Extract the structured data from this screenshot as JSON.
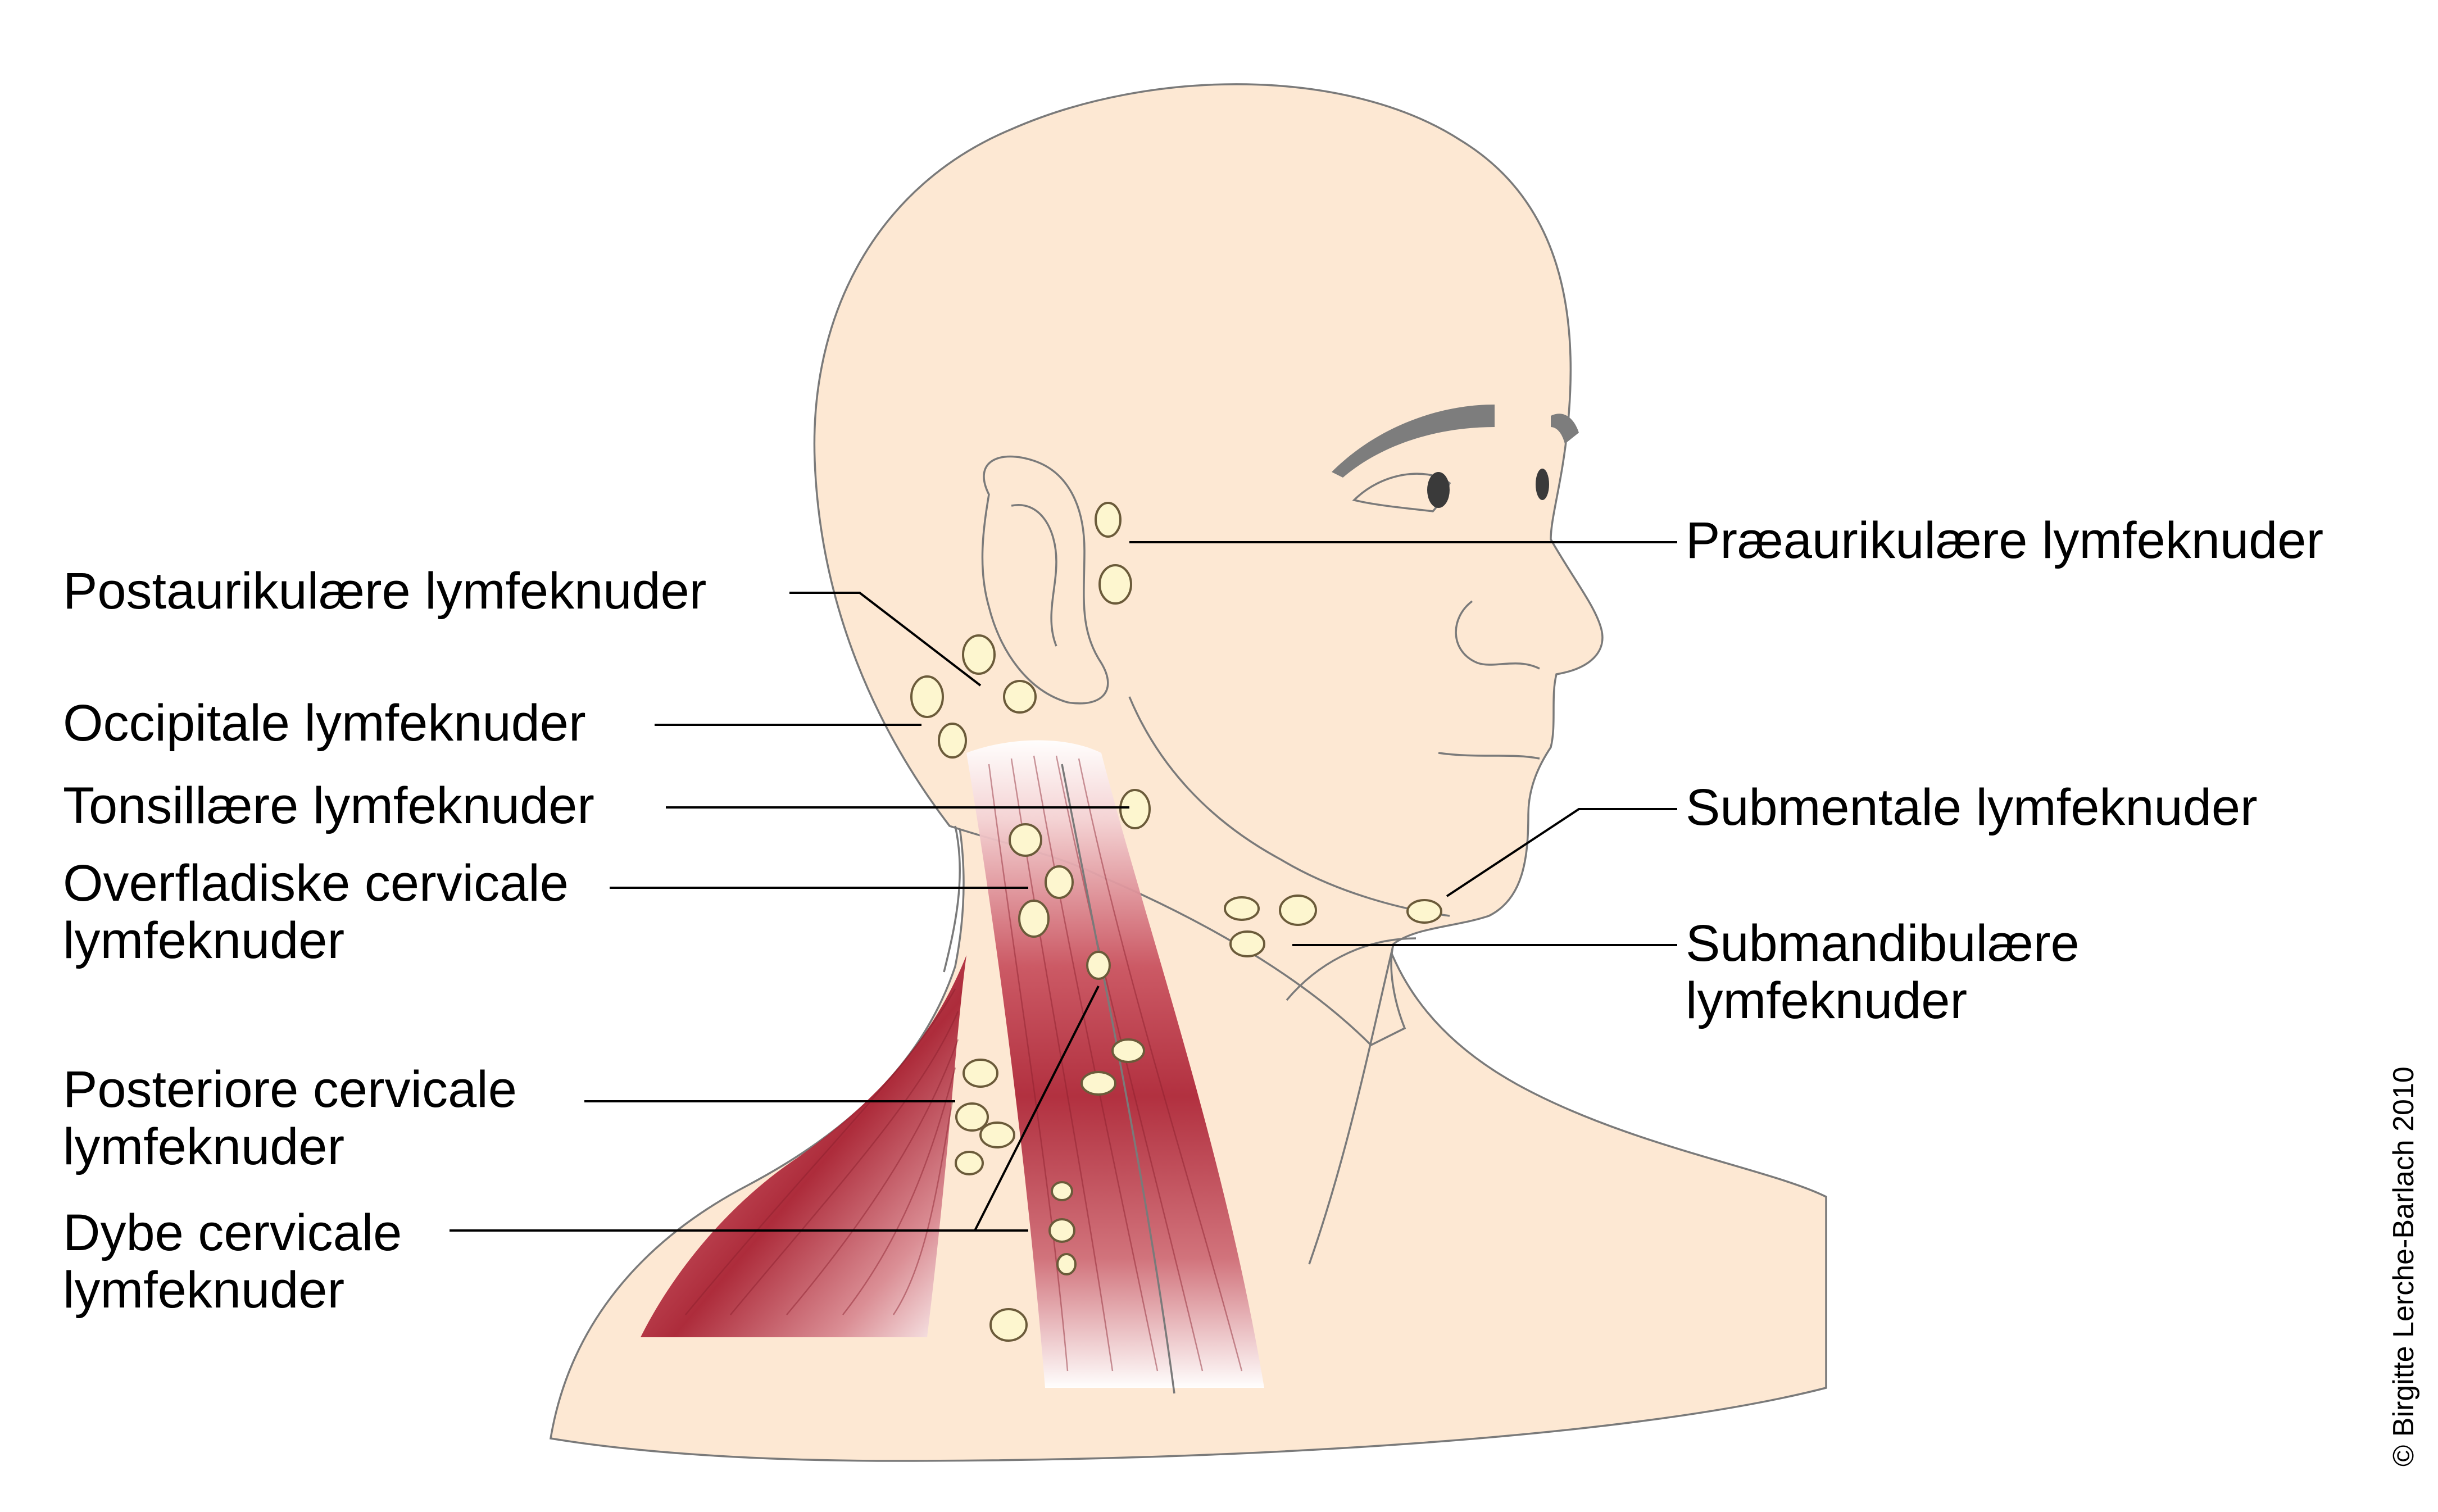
{
  "figure": {
    "labels": {
      "praeaurikulaere": "Præaurikulære lymfeknuder",
      "postaurikulaere": "Postaurikulære lymfeknuder",
      "occipitale": "Occipitale lymfeknuder",
      "tonsillaere": "Tonsillære lymfeknuder",
      "overfladiske_line1": "Overfladiske cervicale",
      "overfladiske_line2": "lymfeknuder",
      "submentale": "Submentale lymfeknuder",
      "submandibulaere_line1": "Submandibulære",
      "submandibulaere_line2": "lymfeknuder",
      "posteriore_line1": "Posteriore cervicale",
      "posteriore_line2": "lymfeknuder",
      "dybe_line1": "Dybe cervicale",
      "dybe_line2": "lymfeknuder"
    },
    "copyright": "© Birgitte Lerche-Barlach 2010",
    "colors": {
      "skin": "#fde8d3",
      "muscle": "#b0283a",
      "lymph_node": "#fdf6cf",
      "eyebrow": "#7d7d7d"
    }
  }
}
